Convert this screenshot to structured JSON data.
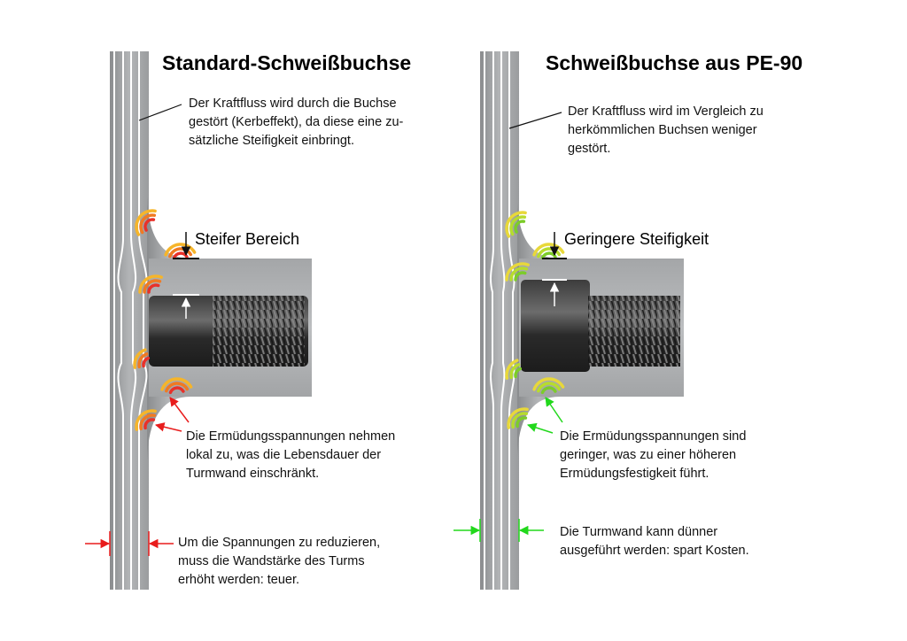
{
  "left_panel": {
    "title": "Standard-Schweißbuchse",
    "zone_label": "Steifer Bereich",
    "notes": {
      "flow": [
        "Der Kraftfluss wird durch die Buchse",
        "gestört (Kerbeffekt), da diese eine zu-",
        "sätzliche Steifigkeit einbringt."
      ],
      "fatigue": [
        "Die Ermüdungsspannungen nehmen",
        "lokal zu, was die Lebensdauer der",
        "Turmwand einschränkt."
      ],
      "wall": [
        "Um die Spannungen zu reduzieren,",
        "muss die Wandstärke des Turms",
        "erhöht werden: teuer."
      ]
    },
    "stress_colors": [
      "#e8312a",
      "#f07a22",
      "#f6b52a"
    ],
    "arrow_color": "#e81c1c"
  },
  "right_panel": {
    "title": "Schweißbuchse aus PE-90",
    "zone_label": "Geringere Steifigkeit",
    "notes": {
      "flow": [
        "Der Kraftfluss wird im Vergleich zu",
        "herkömmlichen Buchsen weniger",
        "gestört."
      ],
      "fatigue": [
        "Die Ermüdungsspannungen sind",
        "geringer, was zu einer höheren",
        "Ermüdungsfestigkeit führt."
      ],
      "wall": [
        "Die Turmwand kann dünner",
        "ausgeführt werden: spart Kosten."
      ]
    },
    "stress_colors": [
      "#7ccc2a",
      "#b7dc2e",
      "#e8d83a"
    ],
    "arrow_color": "#22d81c"
  }
}
